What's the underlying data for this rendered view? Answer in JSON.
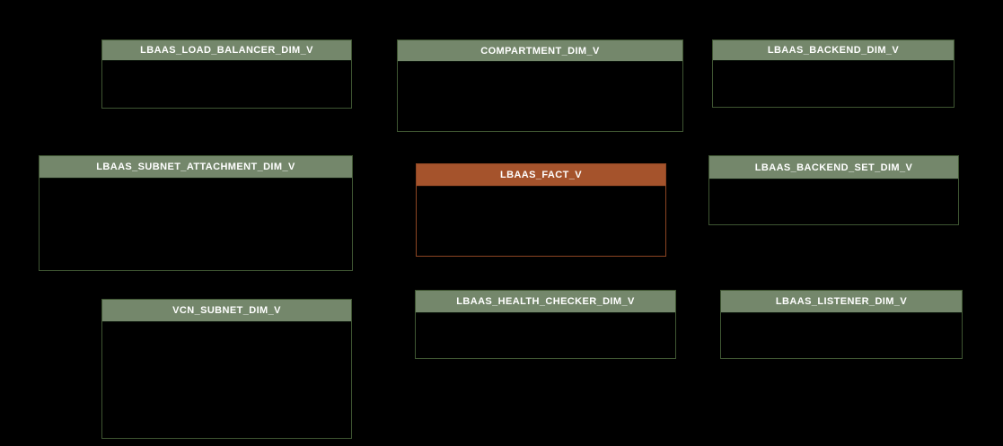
{
  "diagram": {
    "kind": "data-model-entity-diagram",
    "background_color": "#000000",
    "dimension_header_color": "#74876b",
    "dimension_border_color": "#3f5632",
    "fact_header_color": "#a5532c",
    "fact_border_color": "#8c4523",
    "title_text_color": "#ffffff"
  },
  "entities": [
    {
      "name": "LBAAS_LOAD_BALANCER_DIM_V",
      "type": "dimension"
    },
    {
      "name": "COMPARTMENT_DIM_V",
      "type": "dimension"
    },
    {
      "name": "LBAAS_BACKEND_DIM_V",
      "type": "dimension"
    },
    {
      "name": "LBAAS_SUBNET_ATTACHMENT_DIM_V",
      "type": "dimension"
    },
    {
      "name": "LBAAS_FACT_V",
      "type": "fact"
    },
    {
      "name": "LBAAS_BACKEND_SET_DIM_V",
      "type": "dimension"
    },
    {
      "name": "VCN_SUBNET_DIM_V",
      "type": "dimension"
    },
    {
      "name": "LBAAS_HEALTH_CHECKER_DIM_V",
      "type": "dimension"
    },
    {
      "name": "LBAAS_LISTENER_DIM_V",
      "type": "dimension"
    }
  ]
}
